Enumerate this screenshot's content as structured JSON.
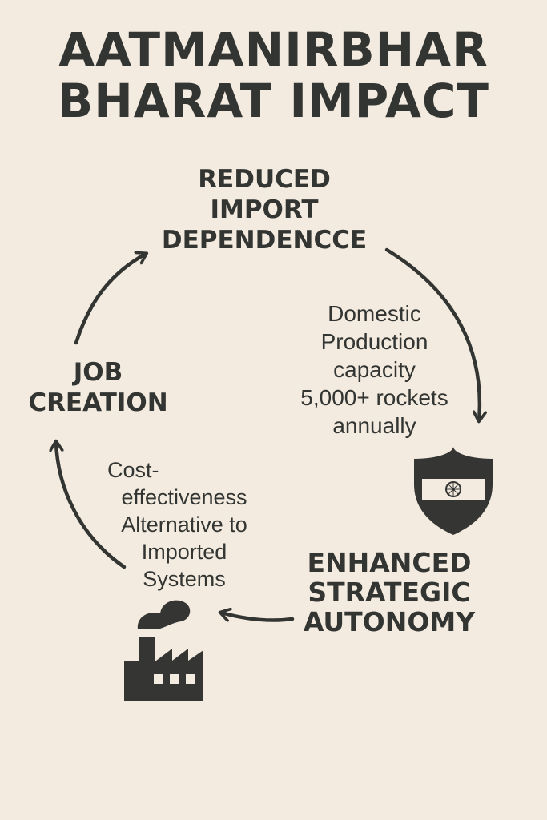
{
  "title": {
    "line1": "AATMANIRBHAR",
    "line2": "BHARAT IMPACT"
  },
  "nodes": {
    "reduced_import": {
      "line1": "REDUCED",
      "line2": "IMPORT",
      "line3": "DEPENDENCCE"
    },
    "strategic_autonomy": {
      "line1": "ENHANCED",
      "line2": "STRATEGIC",
      "line3": "AUTONOMY"
    },
    "job_creation": {
      "line1": "JOB",
      "line2": "CREATION"
    }
  },
  "notes": {
    "domestic_production": {
      "line1": "Domestic",
      "line2": "Production",
      "line3": "capacity",
      "line4": "5,000+ rockets",
      "line5": "annually"
    },
    "cost_effectiveness": {
      "line1": "Cost-",
      "line2": "effectiveness",
      "line3": "Alternative to",
      "line4": "Imported",
      "line5": "Systems"
    }
  },
  "icons": {
    "shield": "shield-flag-icon",
    "factory": "factory-icon"
  },
  "colors": {
    "background": "#f3ebe0",
    "ink": "#333532"
  }
}
